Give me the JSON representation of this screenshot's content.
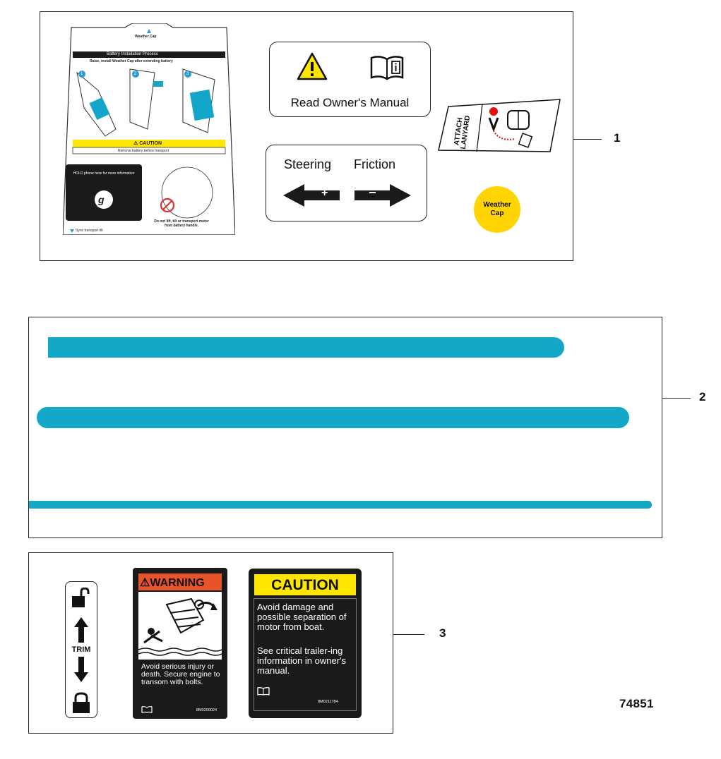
{
  "callouts": [
    "1",
    "2",
    "3"
  ],
  "figure_number": "74851",
  "panel1": {
    "battery_decal": {
      "header_small": "Weather Cap",
      "title": "Battery Installation Process",
      "subtitle": "Raise, install Weather Cap after extending battery",
      "steps": [
        "1",
        "2",
        "3"
      ],
      "caution_label": "⚠ CAUTION",
      "caution_text": "Remove battery before transport",
      "info_text": "HOLD phone here for more information",
      "no_text": "Do not lift, tilt or transport motor from battery handle.",
      "footer_text": "Sync transport tilt"
    },
    "manual_label": "Read Owner's Manual",
    "steering_label": "Steering",
    "friction_label": "Friction",
    "plus": "+",
    "minus": "−",
    "lanyard_label": "ATTACH LANYARD",
    "weather_cap_label": "Weather Cap"
  },
  "panel3": {
    "trim_label": "TRIM",
    "warning": {
      "header": "⚠WARNING",
      "text": "Avoid serious injury or death. Secure engine to transom with bolts.",
      "code": "8M0200024"
    },
    "caution": {
      "header": "CAUTION",
      "text1": "Avoid damage and possible separation of motor from boat.",
      "text2": "See critical trailer-ing information in owner's manual.",
      "code": "8M0211784"
    }
  },
  "colors": {
    "stripe": "#12a8c6",
    "yellow": "#ffd400",
    "warning_orange": "#e8542a",
    "caution_yellow": "#ffe600",
    "dark": "#1a1a1a"
  }
}
